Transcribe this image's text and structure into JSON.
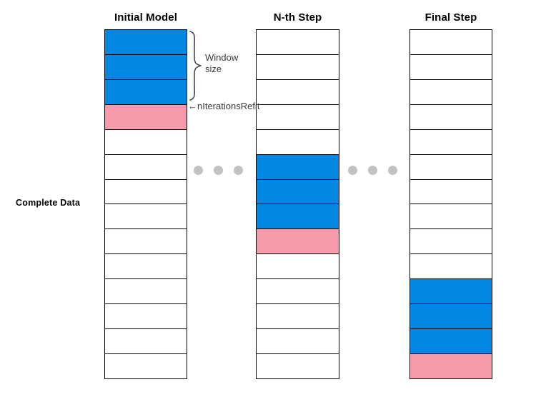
{
  "figure": {
    "side_label": "Complete Data",
    "colors": {
      "window_blue": "#0288E3",
      "refit_pink": "#F59BAC",
      "cell_border": "#000000",
      "cell_empty": "#FFFFFF",
      "dot_gray": "#C2C2C2",
      "annotation_text": "#3A3A3A"
    },
    "columns": [
      {
        "title": "Initial Model",
        "n_rows": 14,
        "cells": [
          "window",
          "window",
          "window",
          "refit",
          "empty",
          "empty",
          "empty",
          "empty",
          "empty",
          "empty",
          "empty",
          "empty",
          "empty",
          "empty"
        ]
      },
      {
        "title": "N-th Step",
        "n_rows": 14,
        "cells": [
          "empty",
          "empty",
          "empty",
          "empty",
          "empty",
          "window",
          "window",
          "window",
          "refit",
          "empty",
          "empty",
          "empty",
          "empty",
          "empty"
        ]
      },
      {
        "title": "Final Step",
        "n_rows": 14,
        "cells": [
          "empty",
          "empty",
          "empty",
          "empty",
          "empty",
          "empty",
          "empty",
          "empty",
          "empty",
          "empty",
          "window",
          "window",
          "window",
          "refit"
        ]
      }
    ],
    "annotations": {
      "window_size_line1": "Window",
      "window_size_line2": "size",
      "refit_label": "←nIterationsRefit"
    },
    "ellipsis": {
      "left_group_dots": 3,
      "right_group_dots": 3
    }
  }
}
